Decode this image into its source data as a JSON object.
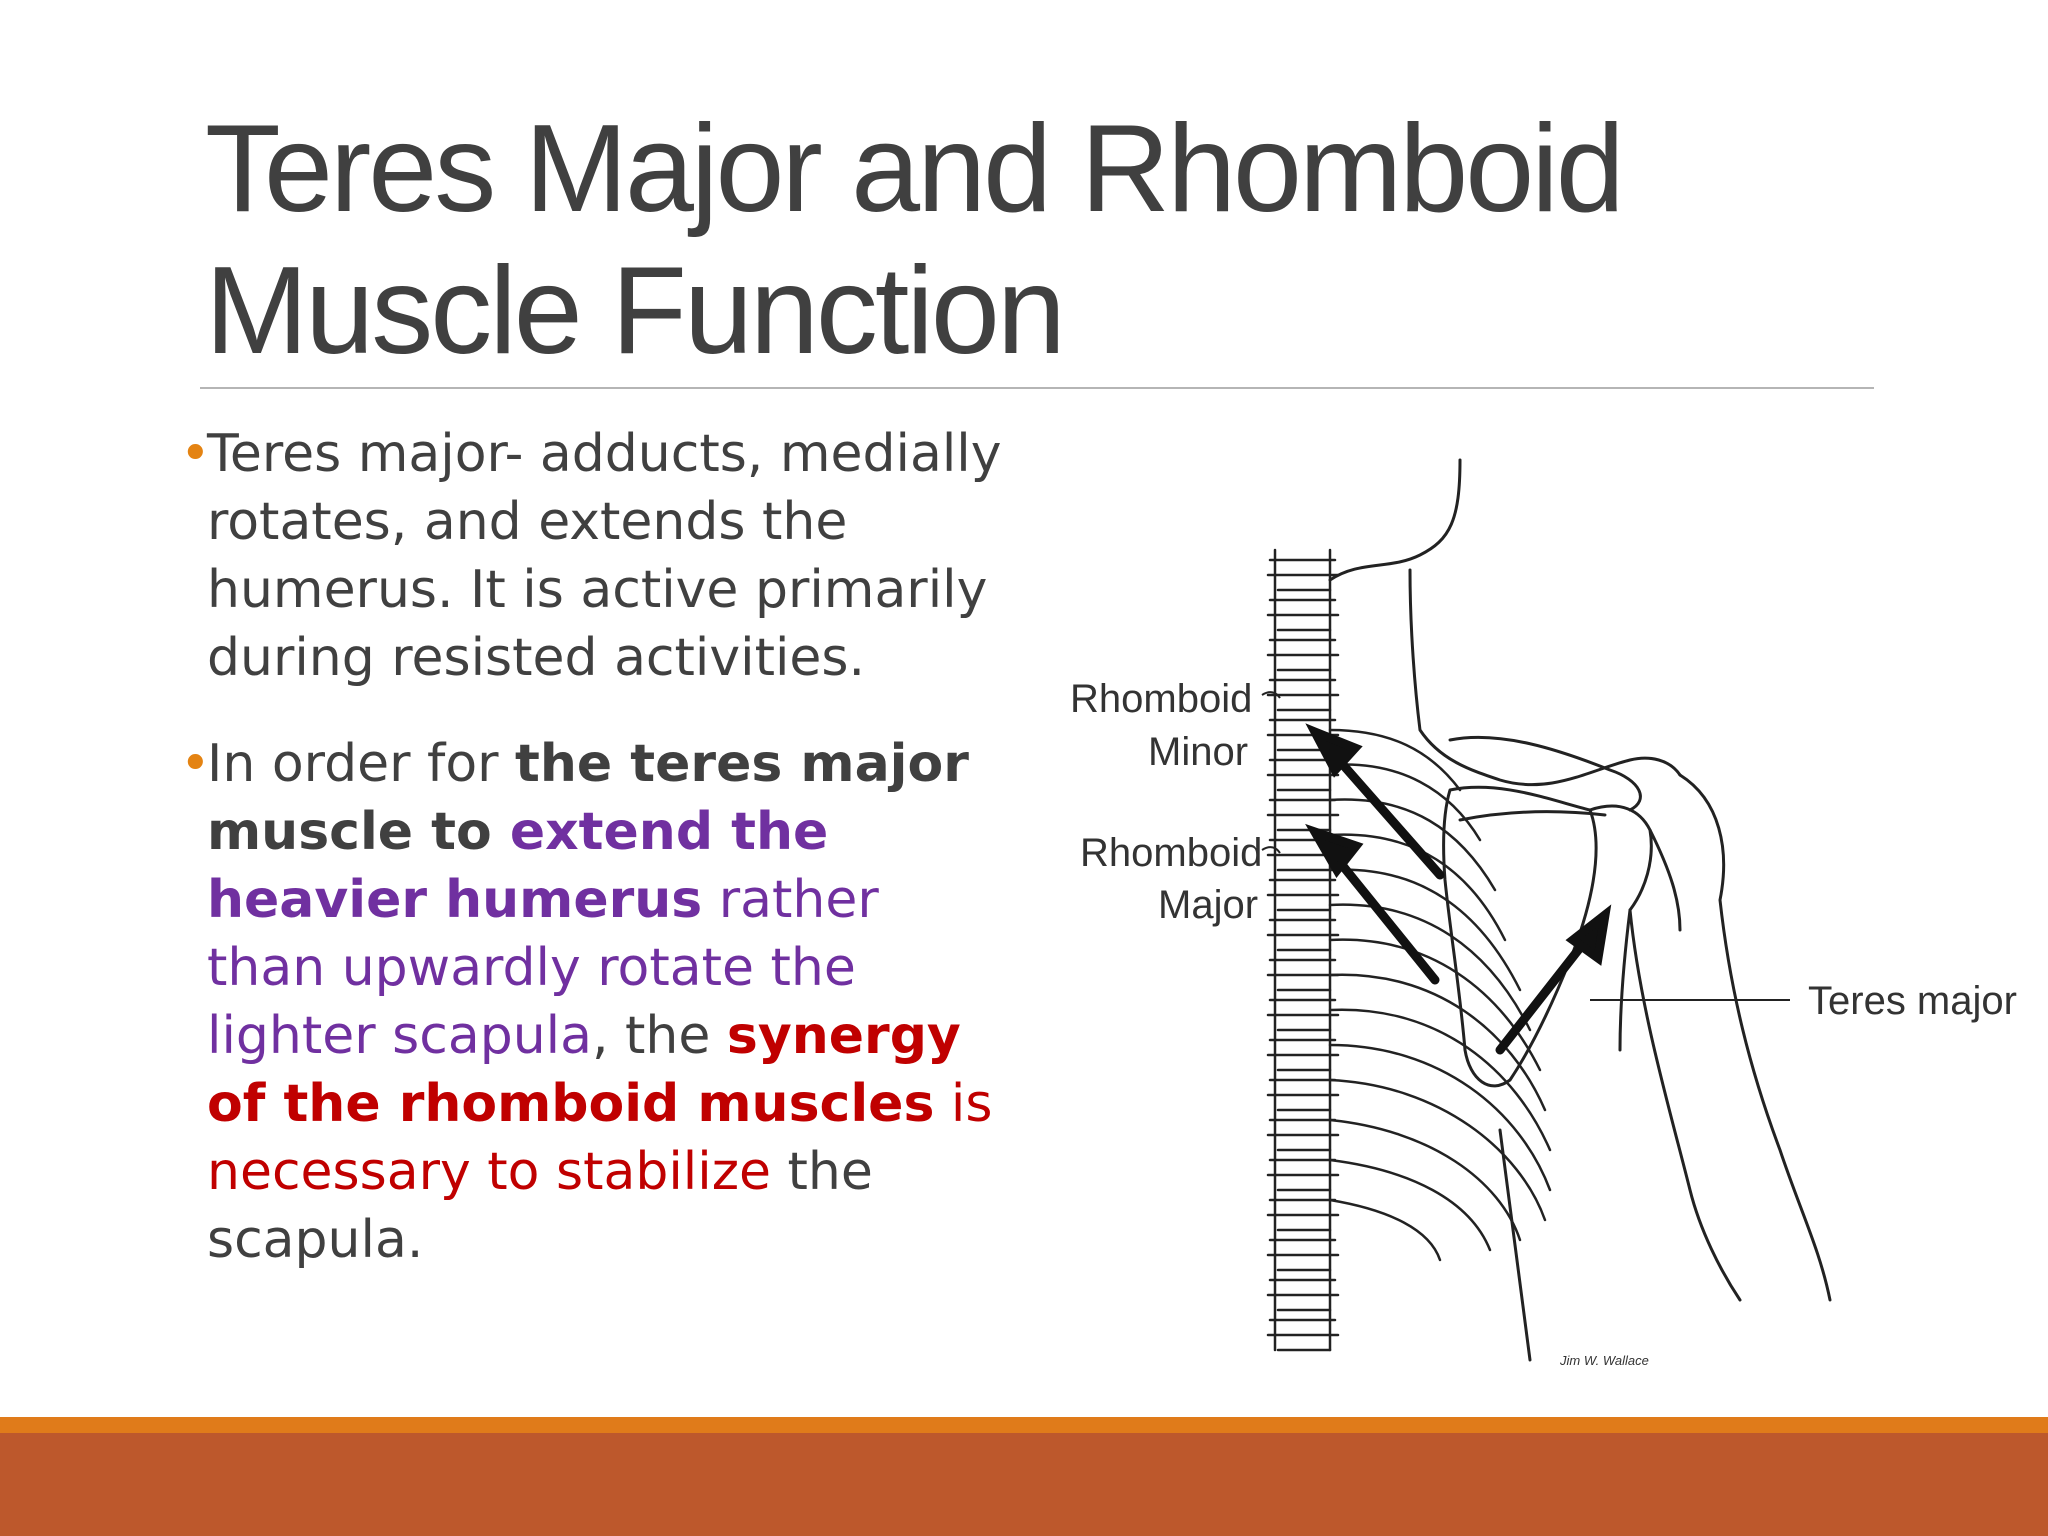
{
  "slide": {
    "title_line1": "Teres Major and Rhomboid",
    "title_line2": "Muscle Function",
    "bullet_marker": "•",
    "bullet1": {
      "text": "Teres major- adducts, medially rotates, and extends the humerus. It is active primarily during resisted activities."
    },
    "bullet2": {
      "seg1": "In order for ",
      "seg2": "the teres major muscle to ",
      "seg3": "extend the heavier humerus",
      "seg4": " rather than upwardly rotate the lighter scapula",
      "seg5": ", the ",
      "seg6": "synergy of the rhomboid muscles",
      "seg7": " is necessary to stabilize",
      "seg8": " the scapula."
    },
    "colors": {
      "title": "#404040",
      "bullet_marker": "#e48312",
      "purple_text": "#7030a0",
      "red_text": "#c00000",
      "bottom_bar_orange": "#e07b1a",
      "bottom_bar_rust": "#bd582c"
    }
  },
  "diagram": {
    "label_rhomboid_minor_1": "Rhomboid",
    "label_rhomboid_minor_2": "Minor",
    "label_rhomboid_major_1": "Rhomboid",
    "label_rhomboid_major_2": "Major",
    "label_teres_major": "Teres major",
    "signature": "Jim W. Wallace"
  }
}
